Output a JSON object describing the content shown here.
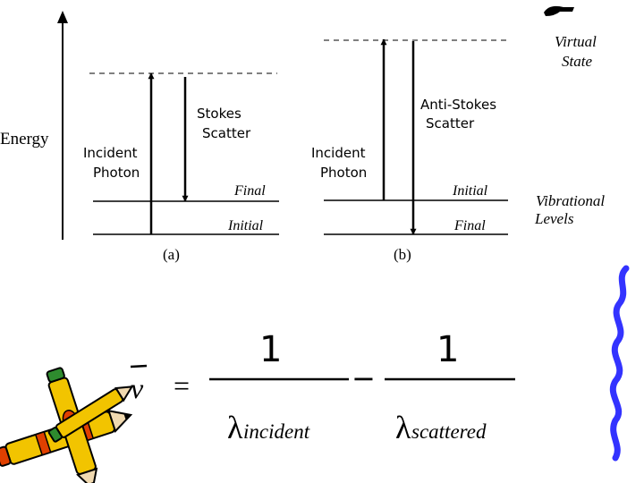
{
  "energy_axis": {
    "label": "Energy"
  },
  "panel_a": {
    "caption": "(a)",
    "incident_label": [
      "Incident",
      "Photon"
    ],
    "scatter_label": [
      "Stokes",
      "Scatter"
    ],
    "upper_level_label": "Final",
    "lower_level_label": "Initial"
  },
  "panel_b": {
    "caption": "(b)",
    "incident_label": [
      "Incident",
      "Photon"
    ],
    "scatter_label": [
      "Anti-Stokes",
      "Scatter"
    ],
    "upper_level_label": "Initial",
    "lower_level_label": "Final"
  },
  "legend": {
    "virtual_state": [
      "Virtual",
      "State"
    ],
    "vibrational_levels": [
      "Vibrational",
      "Levels"
    ]
  },
  "equation": {
    "lhs": "ν",
    "equals": "=",
    "numerator_1": "1",
    "denominator_1_symbol": "λ",
    "denominator_1_subscript": "incident",
    "minus": "−",
    "numerator_2": "1",
    "denominator_2_symbol": "λ",
    "denominator_2_subscript": "scattered"
  },
  "colors": {
    "ink": "#000000",
    "brace": "#3333ff",
    "pencil_body": "#f2c400",
    "pencil_stripe": "#e04000",
    "pencil_tip": "#f0d9b0",
    "pencil_eraser": "#2e8b2e"
  }
}
